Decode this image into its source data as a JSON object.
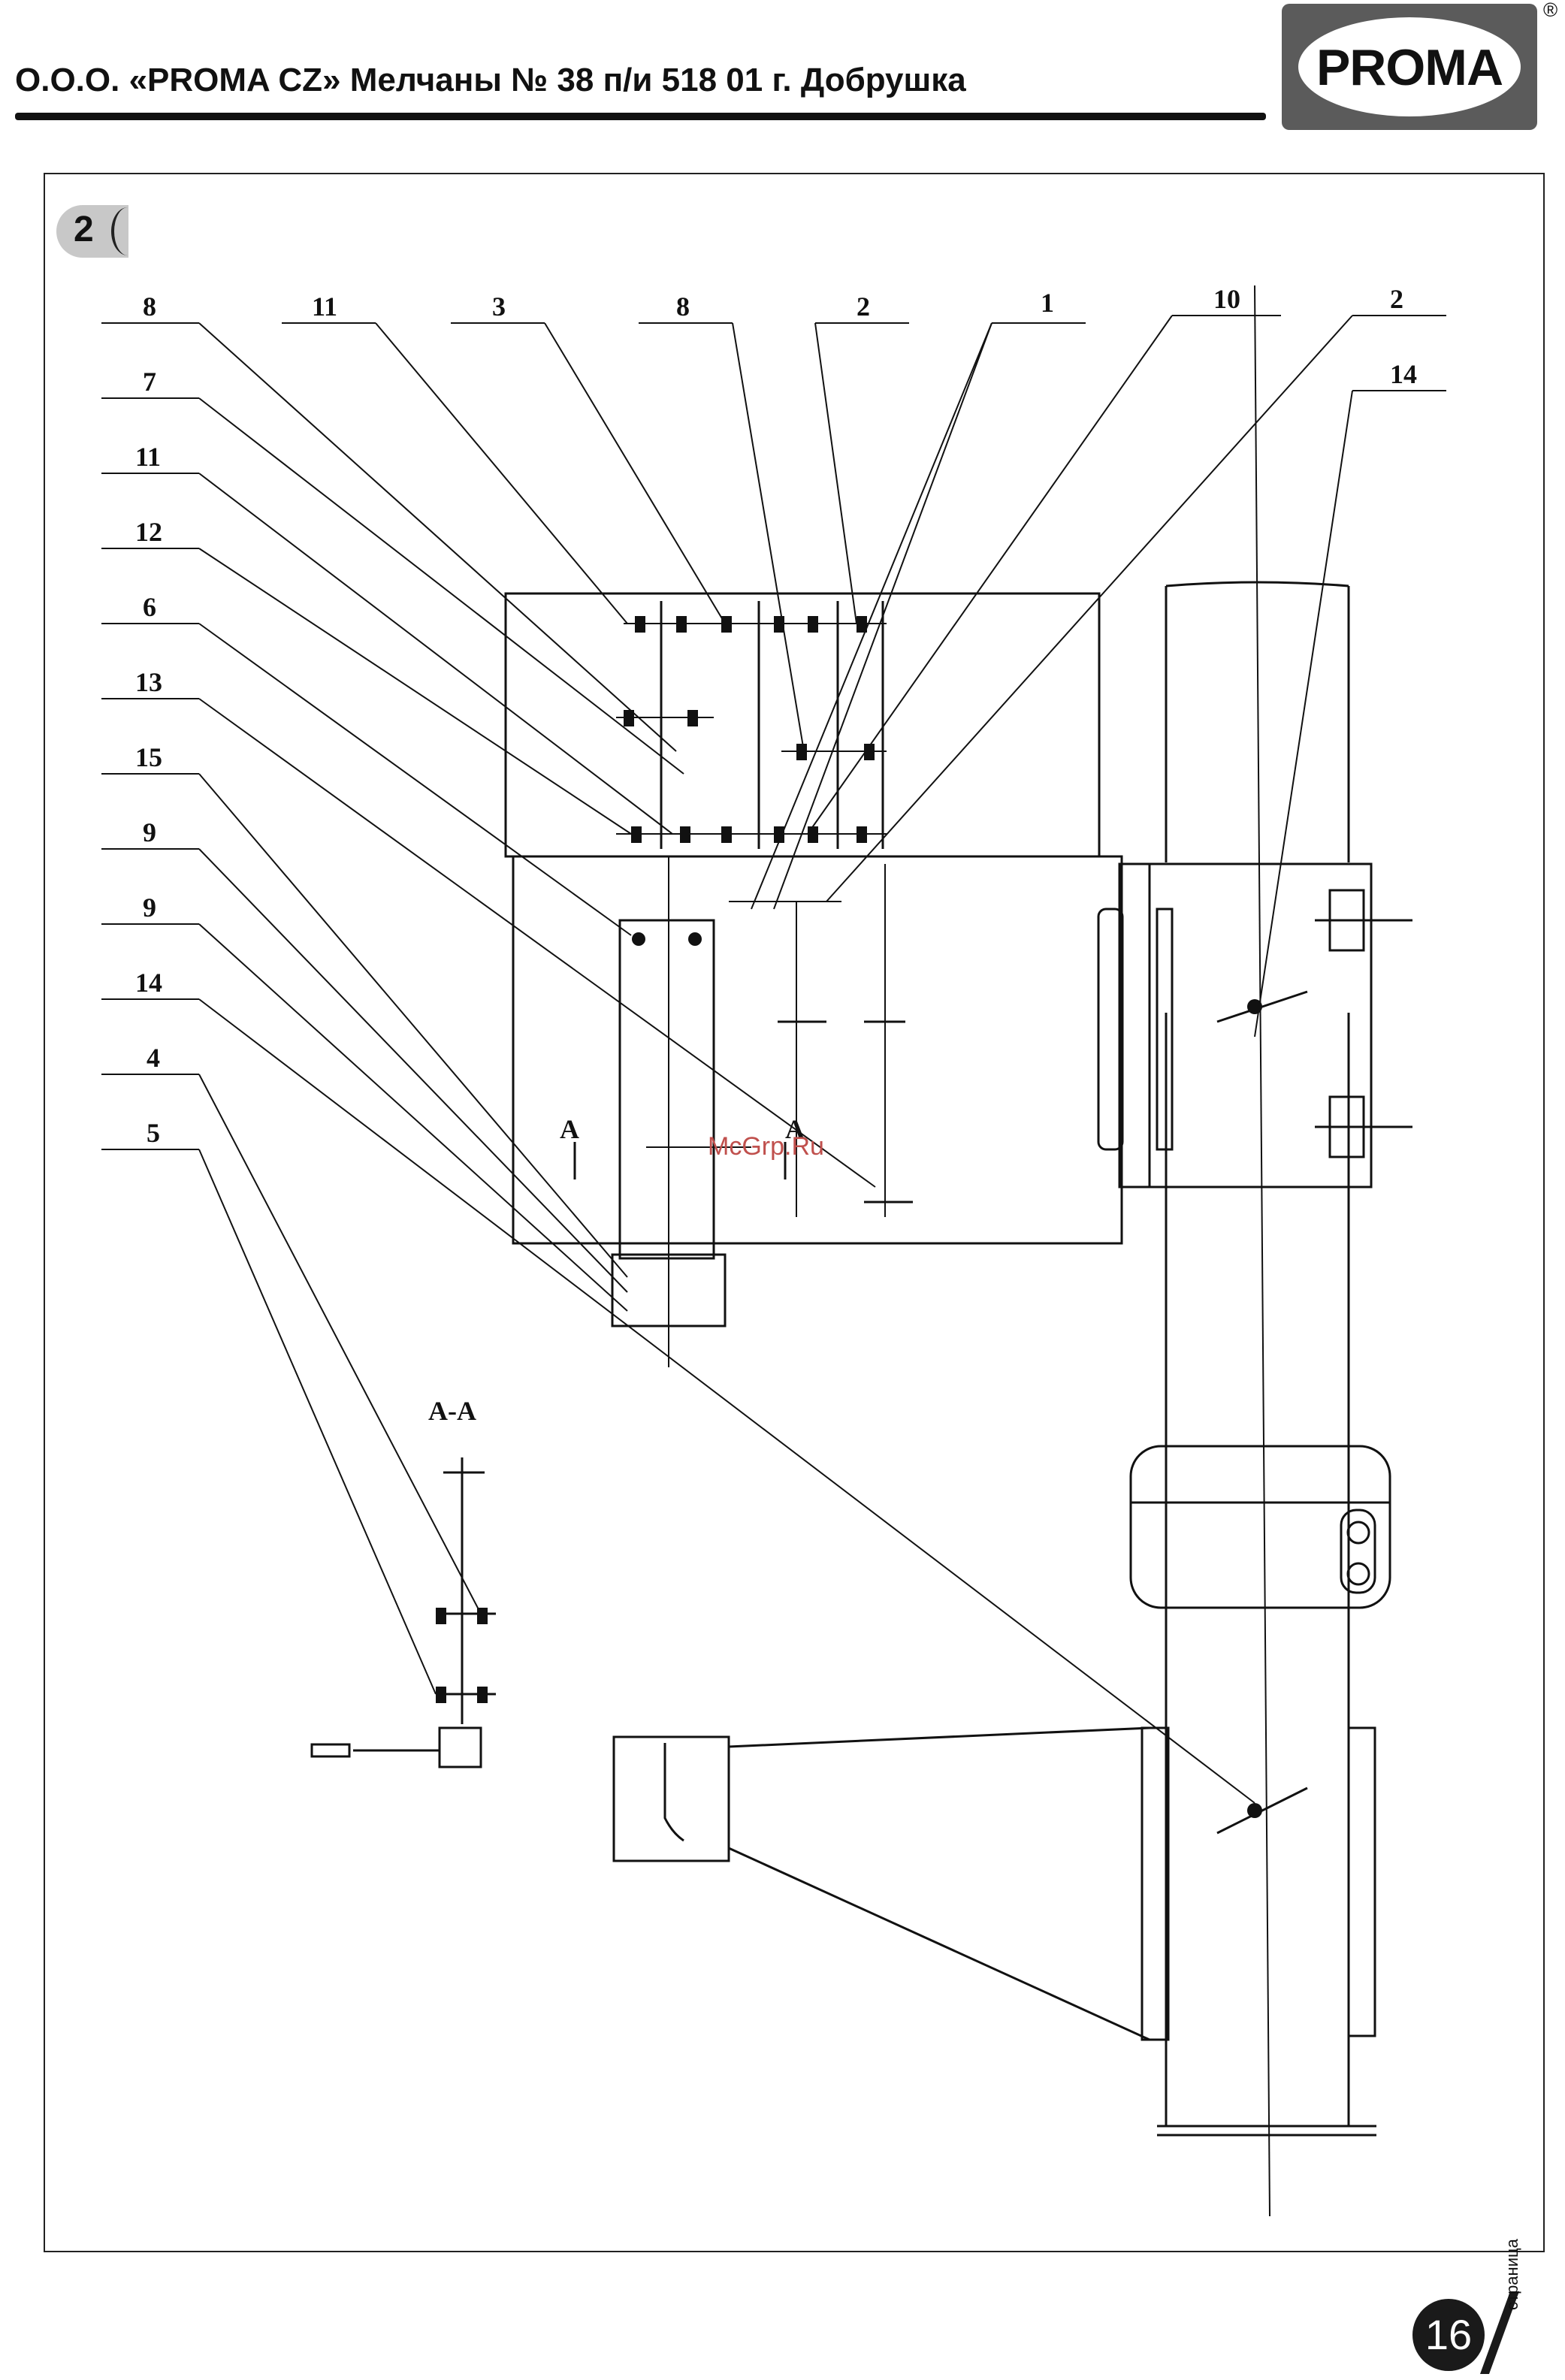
{
  "header": {
    "title": "О.О.О. «PROMA CZ» Мелчаны № 38 п/и 518 01 г. Добрушка",
    "logo_text": "PROMA",
    "registered_mark": "®"
  },
  "figure": {
    "number": "2",
    "section_label": "A-A",
    "cut_label_left": "A",
    "cut_label_right": "A",
    "callouts_left": [
      "8",
      "7",
      "11",
      "12",
      "6",
      "13",
      "15",
      "9",
      "9",
      "14",
      "4",
      "5"
    ],
    "callouts_top": [
      "11",
      "3",
      "8",
      "2",
      "1",
      "10",
      "2",
      "14"
    ]
  },
  "watermark": "McGrp.Ru",
  "footer": {
    "page_number": "16",
    "page_label": "страница"
  },
  "colors": {
    "watermark": "#c0504d",
    "logo_bg": "#5b5b5b",
    "badge_bg": "#c8c8c8"
  }
}
